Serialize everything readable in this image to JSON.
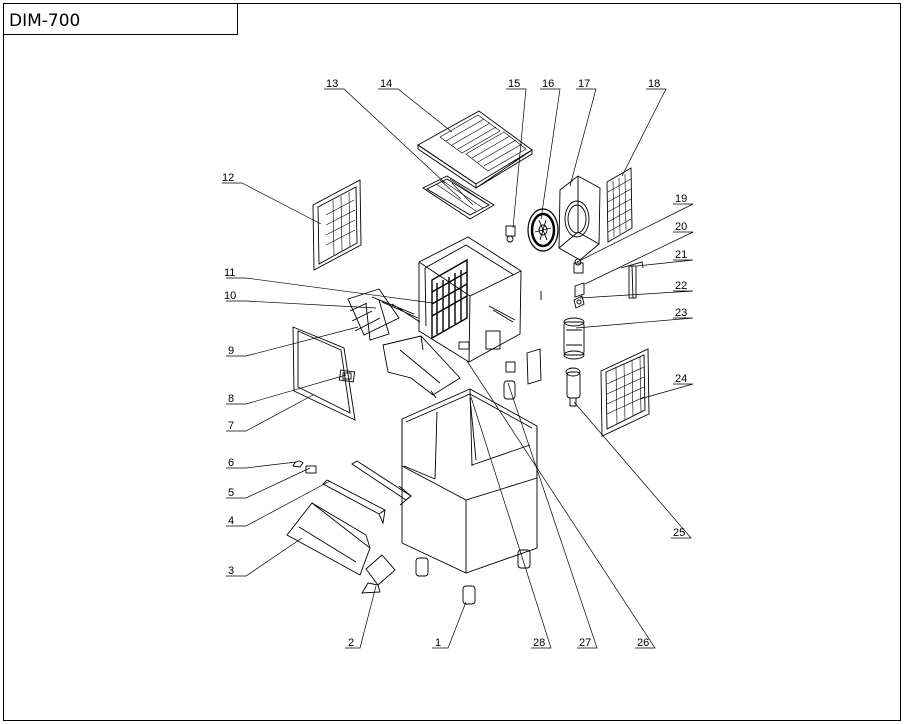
{
  "title_block": {
    "model": "DIM-700"
  },
  "callouts": [
    {
      "id": "1",
      "label": "1"
    },
    {
      "id": "2",
      "label": "2"
    },
    {
      "id": "3",
      "label": "3"
    },
    {
      "id": "4",
      "label": "4"
    },
    {
      "id": "5",
      "label": "5"
    },
    {
      "id": "6",
      "label": "6"
    },
    {
      "id": "7",
      "label": "7"
    },
    {
      "id": "8",
      "label": "8"
    },
    {
      "id": "9",
      "label": "9"
    },
    {
      "id": "10",
      "label": "10"
    },
    {
      "id": "11",
      "label": "11"
    },
    {
      "id": "12",
      "label": "12"
    },
    {
      "id": "13",
      "label": "13"
    },
    {
      "id": "14",
      "label": "14"
    },
    {
      "id": "15",
      "label": "15"
    },
    {
      "id": "16",
      "label": "16"
    },
    {
      "id": "17",
      "label": "17"
    },
    {
      "id": "18",
      "label": "18"
    },
    {
      "id": "19",
      "label": "19"
    },
    {
      "id": "20",
      "label": "20"
    },
    {
      "id": "21",
      "label": "21"
    },
    {
      "id": "22",
      "label": "22"
    },
    {
      "id": "23",
      "label": "23"
    },
    {
      "id": "24",
      "label": "24"
    },
    {
      "id": "25",
      "label": "25"
    },
    {
      "id": "26",
      "label": "26"
    },
    {
      "id": "27",
      "label": "27"
    },
    {
      "id": "28",
      "label": "28"
    }
  ]
}
